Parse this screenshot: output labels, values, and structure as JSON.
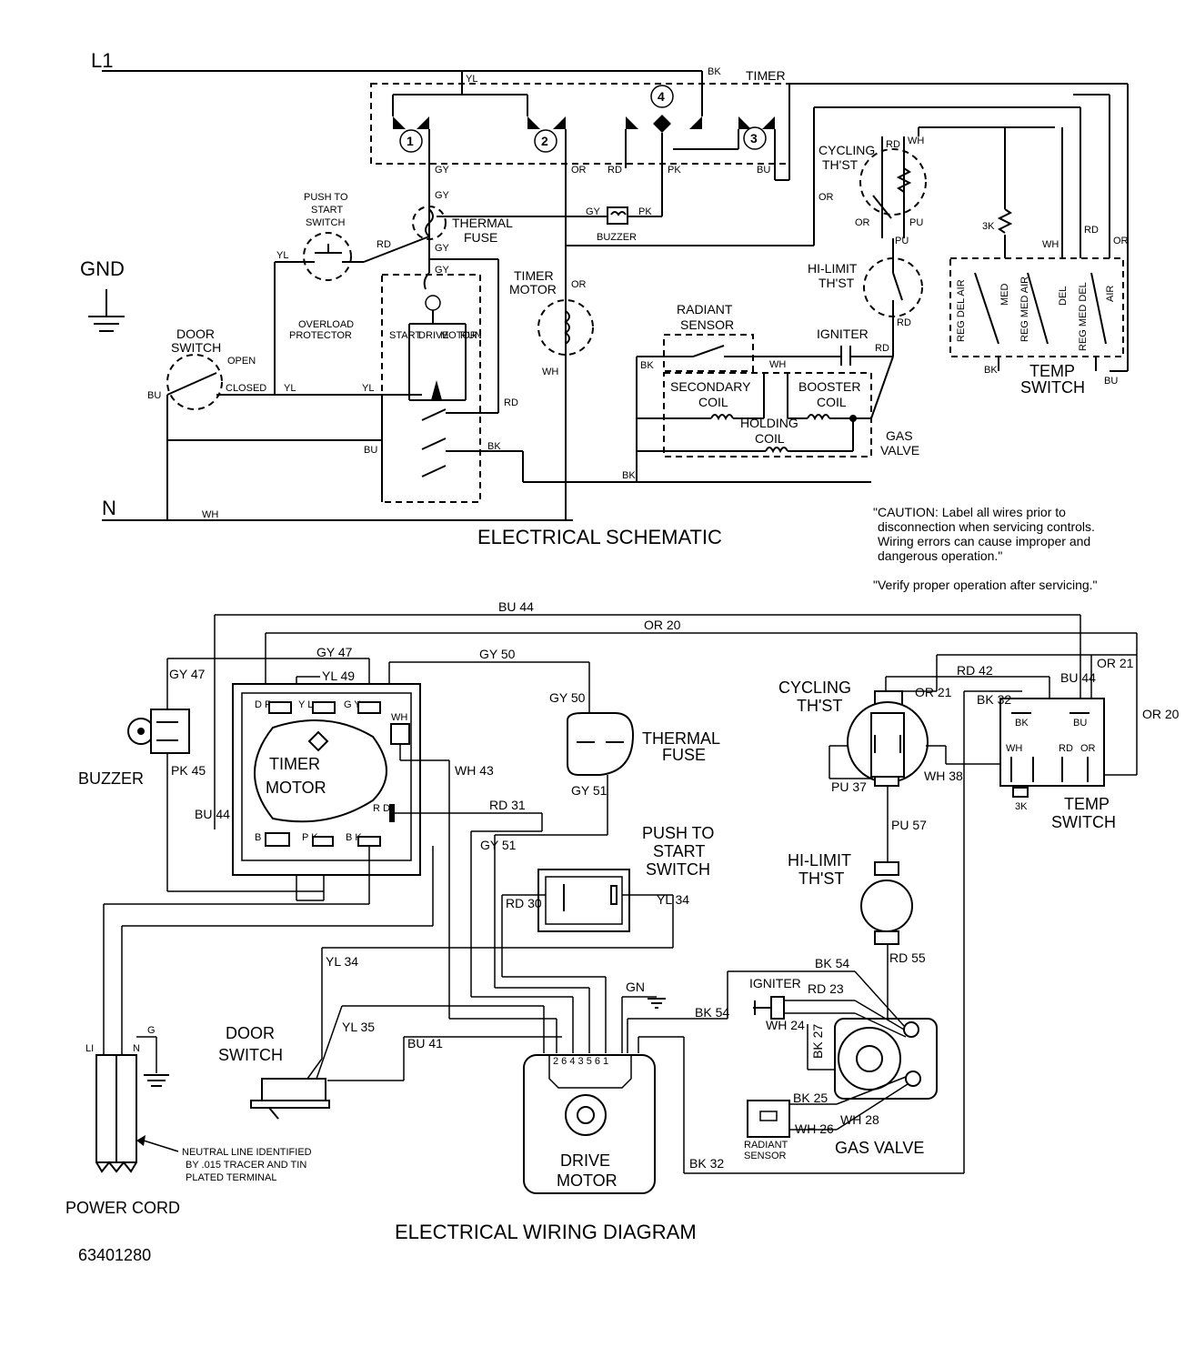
{
  "schematic": {
    "title": "ELECTRICAL SCHEMATIC",
    "line_l1": "L1",
    "line_n": "N",
    "gnd": "GND",
    "timer": "TIMER",
    "contacts": [
      "1",
      "2",
      "3",
      "4"
    ],
    "push_to_start": [
      "PUSH TO",
      "START",
      "SWITCH"
    ],
    "thermal_fuse": [
      "THERMAL",
      "FUSE"
    ],
    "buzzer": "BUZZER",
    "timer_motor": [
      "TIMER",
      "MOTOR"
    ],
    "door_switch": [
      "DOOR",
      "SWITCH"
    ],
    "open": "OPEN",
    "closed": "CLOSED",
    "overload": [
      "OVERLOAD",
      "PROTECTOR"
    ],
    "start": "START",
    "drive": "DRIVE",
    "motor": "MOTOR",
    "run": "RUN",
    "radiant_sensor": [
      "RADIANT",
      "SENSOR"
    ],
    "igniter": "IGNITER",
    "secondary_coil": [
      "SECONDARY",
      "COIL"
    ],
    "booster_coil": [
      "BOOSTER",
      "COIL"
    ],
    "holding_coil": [
      "HOLDING",
      "COIL"
    ],
    "gas_valve": [
      "GAS",
      "VALVE"
    ],
    "cycling_thst": [
      "CYCLING",
      "TH'ST"
    ],
    "hi_limit_thst": [
      "HI-LIMIT",
      "TH'ST"
    ],
    "temp_switch": [
      "TEMP",
      "SWITCH"
    ],
    "resistor_3k": "3K",
    "temp_positions": [
      "REG DEL AIR",
      "MED",
      "REG MED AIR",
      "DEL",
      "REG MED DEL",
      "AIR"
    ],
    "wire_labels": {
      "yl": "YL",
      "bk": "BK",
      "gy": "GY",
      "or": "OR",
      "rd": "RD",
      "pk": "PK",
      "bu": "BU",
      "wh": "WH",
      "pu": "PU"
    }
  },
  "caution": {
    "line1": "\"CAUTION: Label all wires prior to",
    "line2": "disconnection when servicing controls.",
    "line3": "Wiring errors can cause improper and",
    "line4": "dangerous operation.\"",
    "verify": "\"Verify proper operation after servicing.\""
  },
  "wiring": {
    "title": "ELECTRICAL WIRING DIAGRAM",
    "part_number": "63401280",
    "buzzer": "BUZZER",
    "timer_motor": [
      "TIMER",
      "MOTOR"
    ],
    "thermal_fuse": [
      "THERMAL",
      "FUSE"
    ],
    "push_to_start": [
      "PUSH TO",
      "START",
      "SWITCH"
    ],
    "door_switch": [
      "DOOR",
      "SWITCH"
    ],
    "drive_motor": [
      "DRIVE",
      "MOTOR"
    ],
    "power_cord": "POWER CORD",
    "neutral_note": [
      "NEUTRAL LINE IDENTIFIED",
      "BY .015 TRACER AND TIN",
      "PLATED TERMINAL"
    ],
    "cord_labels": [
      "LI",
      "N",
      "G"
    ],
    "cycling_thst": [
      "CYCLING",
      "TH'ST"
    ],
    "hi_limit_thst": [
      "HI-LIMIT",
      "TH'ST"
    ],
    "temp_switch": [
      "TEMP",
      "SWITCH"
    ],
    "gas_valve": "GAS VALVE",
    "igniter": "IGNITER",
    "radiant_sensor": [
      "RADIANT",
      "SENSOR"
    ],
    "motor_terminals": "2  6  4  3     5  6  1",
    "gn": "GN",
    "timer_terms": [
      "D R",
      "Y L",
      "G Y",
      "WH",
      "R D",
      "B U",
      "P K",
      "B K"
    ],
    "temp_terms": [
      "BK",
      "BU",
      "WH",
      "RD",
      "OR",
      "3K"
    ],
    "wires": {
      "bu44": "BU 44",
      "or20": "OR 20",
      "gy47": "GY 47",
      "yl49": "YL 49",
      "gy50": "GY 50",
      "wh43": "WH 43",
      "rd31": "RD 31",
      "gy51": "GY 51",
      "pk45": "PK 45",
      "rd30": "RD 30",
      "yl34": "YL 34",
      "yl35": "YL 35",
      "bu41": "BU 41",
      "bk54": "BK 54",
      "rd42": "RD 42",
      "or21": "OR 21",
      "bk32": "BK 32",
      "wh38": "WH 38",
      "pu37": "PU 37",
      "pu57": "PU 57",
      "rd55": "RD 55",
      "rd23": "RD 23",
      "wh24": "WH 24",
      "bk27": "BK 27",
      "bk25": "BK 25",
      "wh28": "WH 28",
      "wh26": "WH 26"
    }
  }
}
